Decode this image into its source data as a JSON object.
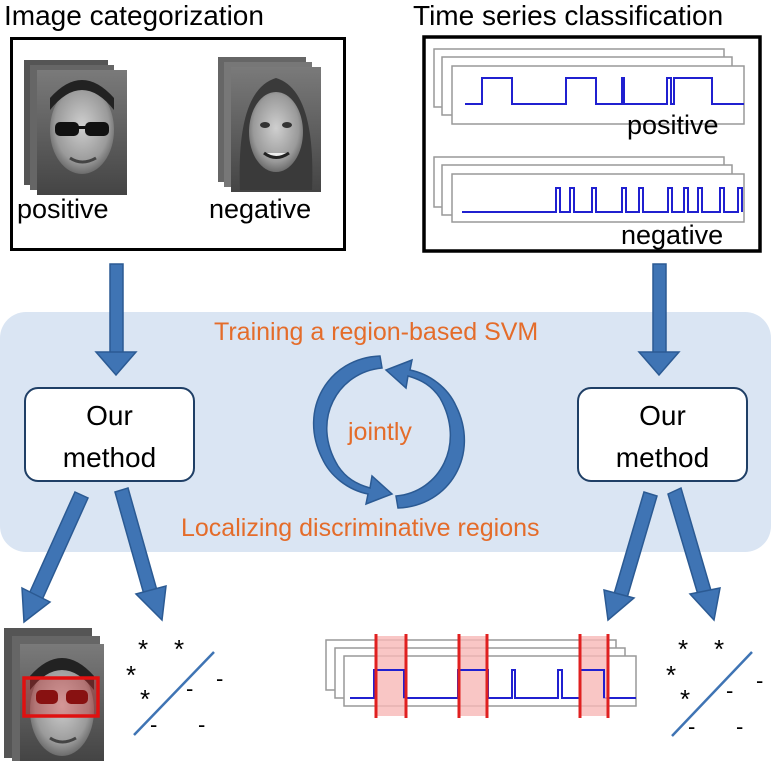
{
  "panels": {
    "image": {
      "title": "Image categorization",
      "positive": "positive",
      "negative": "negative"
    },
    "timeseries": {
      "title": "Time series classification",
      "positive": "positive",
      "negative": "negative"
    }
  },
  "center": {
    "training": "Training a region-based SVM",
    "jointly": "jointly",
    "localizing": "Localizing discriminative regions"
  },
  "method": {
    "left_line1": "Our",
    "left_line2": "method",
    "right_line1": "Our",
    "right_line2": "method"
  },
  "scatter": {
    "star": "*",
    "minus": "-"
  },
  "colors": {
    "band": "#dae5f3",
    "arrow": "#3f74b4",
    "orange": "#e46c2a",
    "box_border": "#1f3f66",
    "highlight": "#f8b8b6",
    "highlight_line": "#e02020"
  },
  "icons": [
    "down-arrow-icon",
    "cycle-arrows-icon",
    "face-positive",
    "face-negative",
    "signal-plot"
  ]
}
